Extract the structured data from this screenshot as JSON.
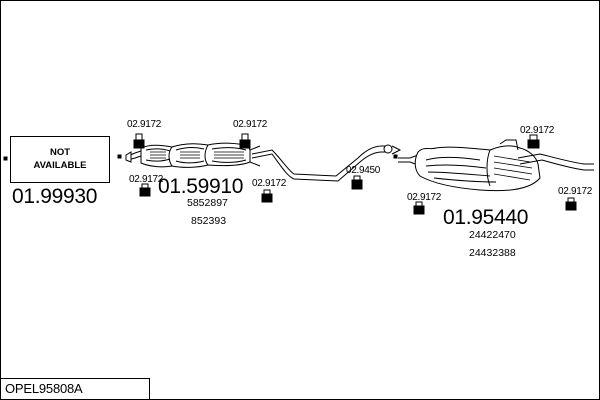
{
  "diagram": {
    "not_available_text": "NOT\nAVAILABLE",
    "model_code": "OPEL95808A",
    "sections": [
      {
        "name": "front-pipe",
        "part_number": "01.99930",
        "refs": []
      },
      {
        "name": "middle-silencer",
        "part_number": "01.59910",
        "refs": [
          "5852897",
          "852393"
        ]
      },
      {
        "name": "rear-silencer",
        "part_number": "01.95440",
        "refs": [
          "24422470",
          "24432388"
        ]
      }
    ],
    "accessory_labels": {
      "a": "02.9172",
      "b": "02.9172",
      "c": "02.9172",
      "d": "02.9172",
      "e": "02.9450",
      "f": "02.9172",
      "g": "02.9172",
      "h": "02.9172"
    }
  }
}
